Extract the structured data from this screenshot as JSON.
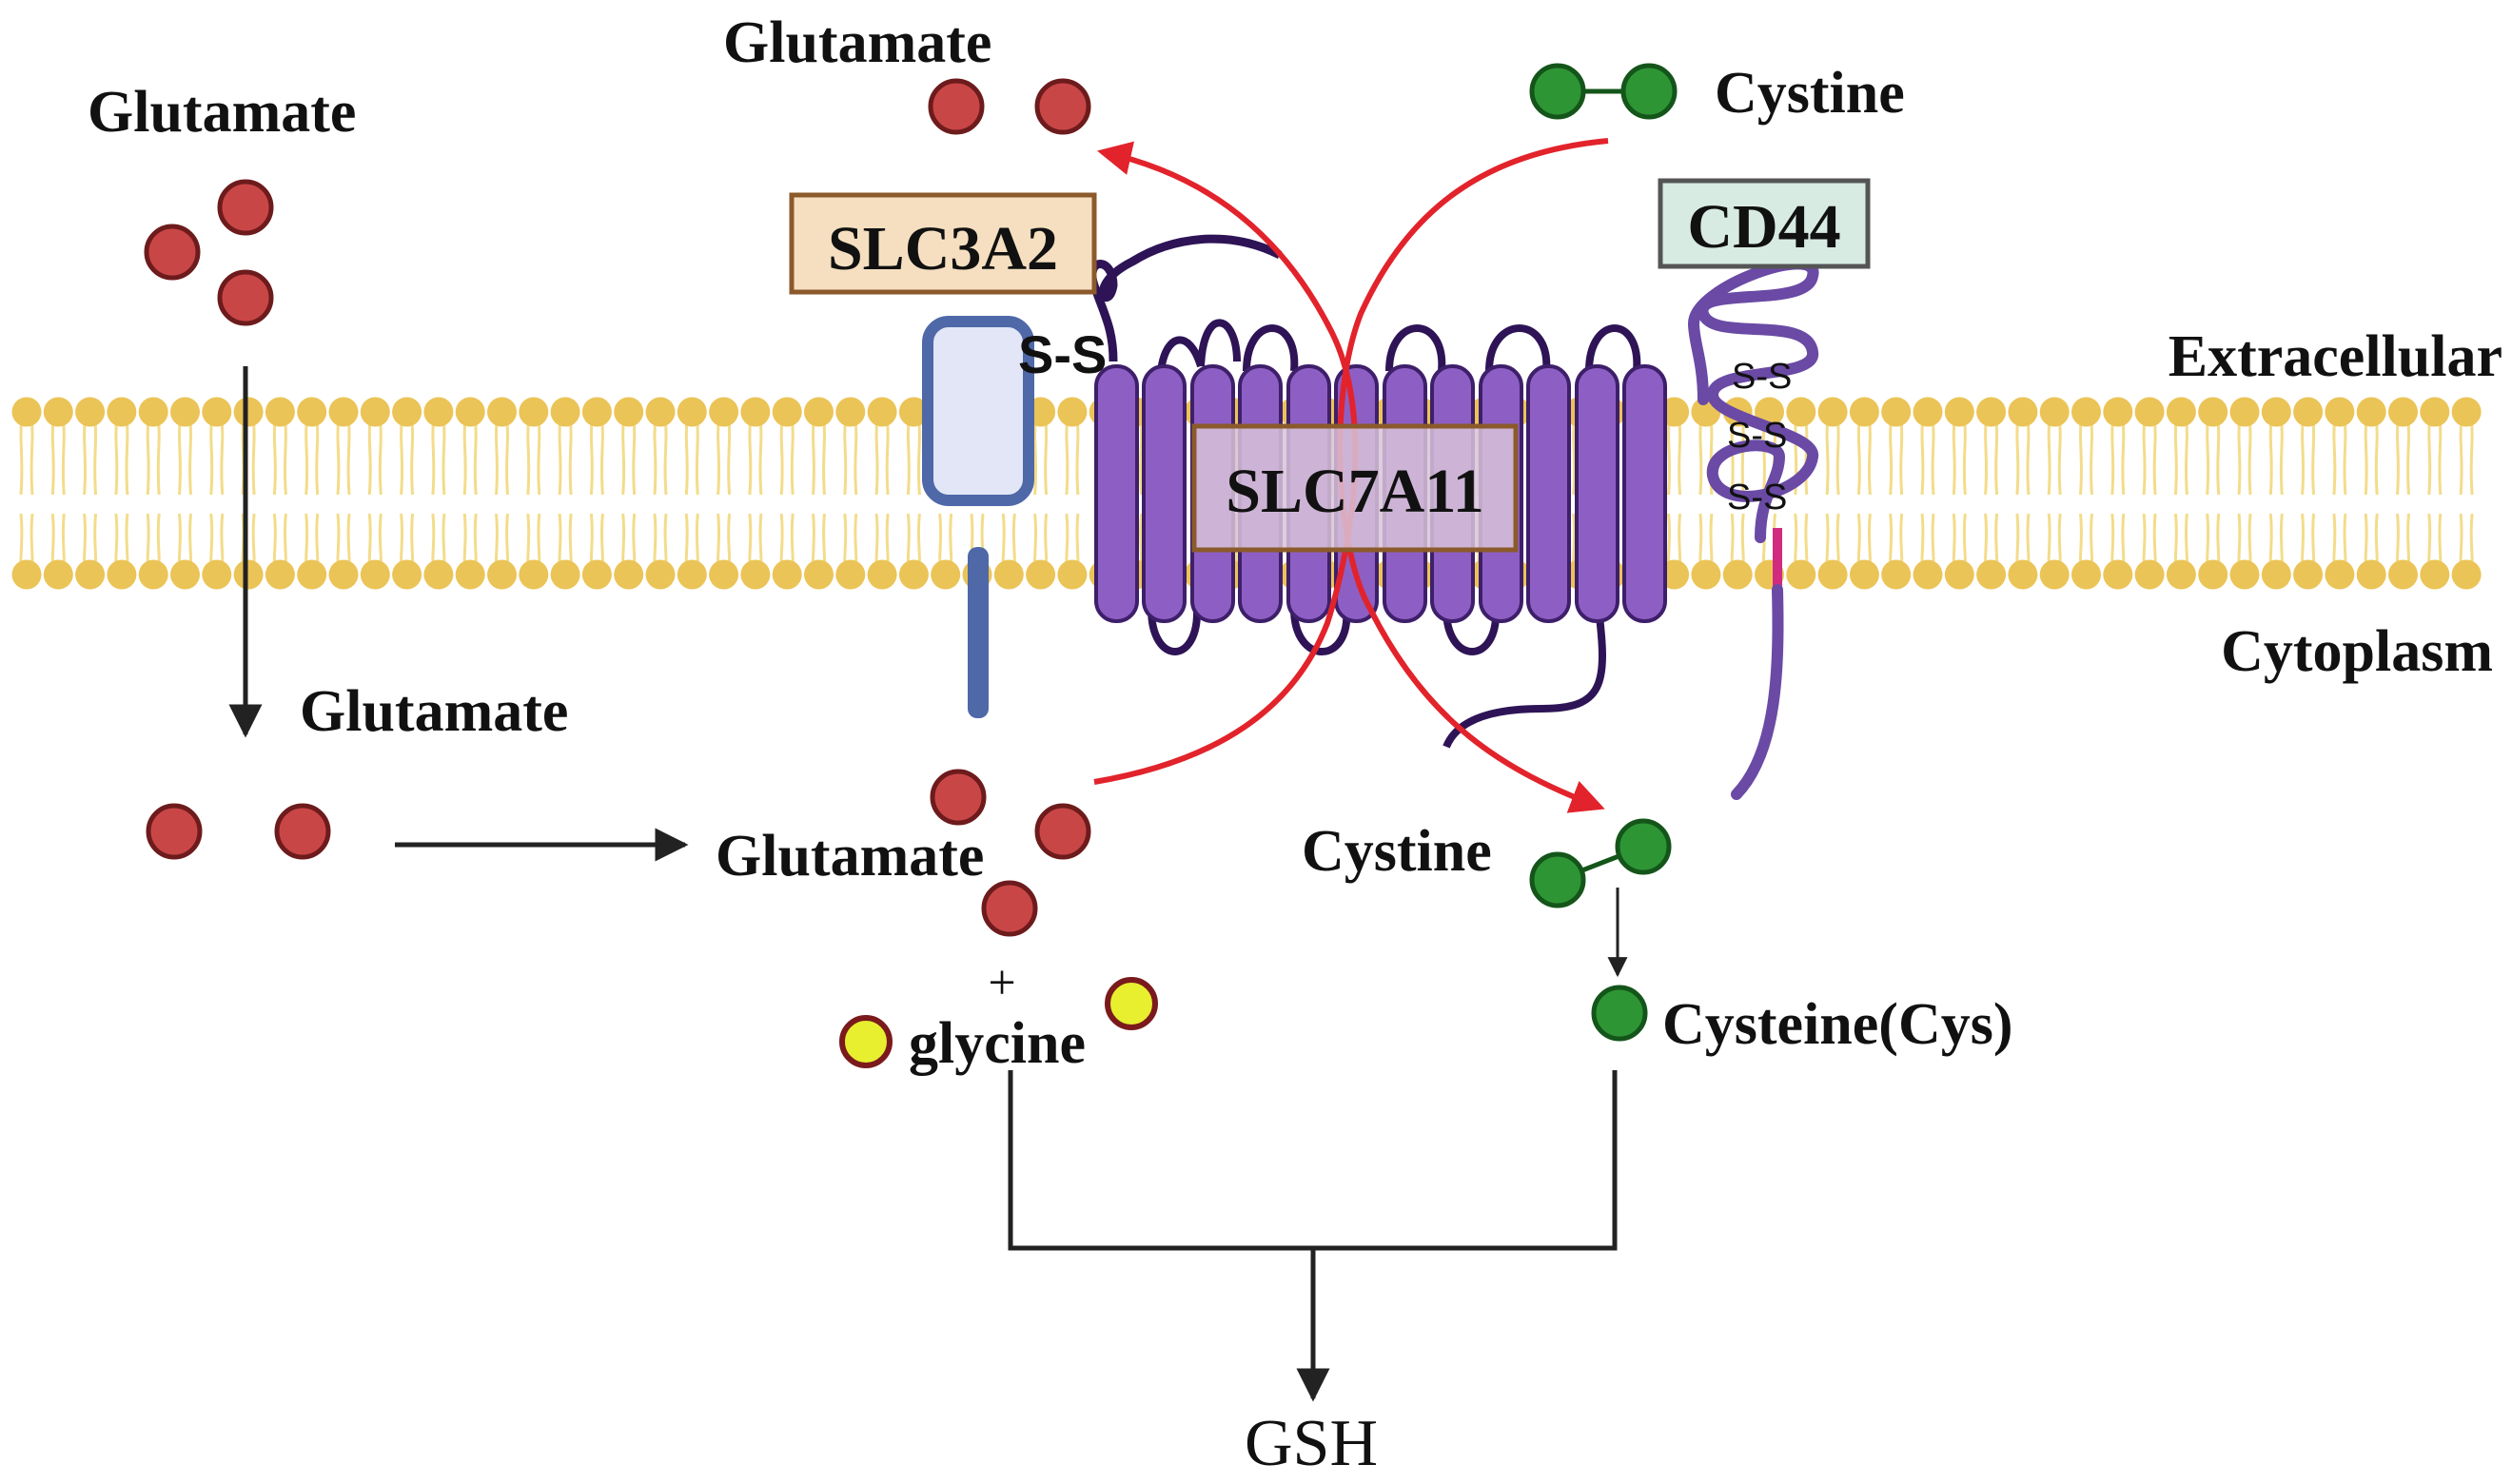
{
  "labels": {
    "glutamate_left": "Glutamate",
    "glutamate_top": "Glutamate",
    "glutamate_mid_left": "Glutamate",
    "glutamate_center": "Glutamate",
    "cystine_top": "Cystine",
    "cystine_bottom": "Cystine",
    "extracellular": "Extracellular",
    "cytoplasm": "Cytoplasm",
    "glycine": "glycine",
    "plus": "+",
    "cysteine": "Cysteine(Cys)",
    "gsh": "GSH"
  },
  "proteins": {
    "slc3a2": "SLC3A2",
    "slc7a11": "SLC7A11",
    "cd44": "CD44",
    "disulfide_slc3a2": "S-S",
    "cd44_ss": [
      "S-S",
      "S-S",
      "S-S"
    ]
  },
  "colors": {
    "membrane_head": "#ebc457",
    "membrane_tail": "#f3dc8a",
    "glutamate": "#c94647",
    "glutamate_edge": "#6d1b1c",
    "cystine": "#2e9535",
    "cystine_edge": "#14551a",
    "glycine": "#e7ef2f",
    "glycine_edge": "#7a1a1c",
    "slc7a11_fill": "#8d5fc4",
    "slc7a11_edge": "#3e1f6a",
    "loop": "#2e1456",
    "slc3a2_fill": "#e2e6f6",
    "slc3a2_edge": "#4e68a8",
    "cd44_line": "#6a4aa5",
    "cd44_tail": "#d12b7f",
    "transport_arrow": "#e2232b",
    "slc3a2_label_bg": "#f5dfc0",
    "slc3a2_label_edge": "#8b5a2b",
    "slc7a11_label_bg": "#d8c3d9",
    "slc7a11_label_edge": "#8b5a2b",
    "cd44_label_bg": "#d8ebe3",
    "cd44_label_edge": "#555555"
  }
}
